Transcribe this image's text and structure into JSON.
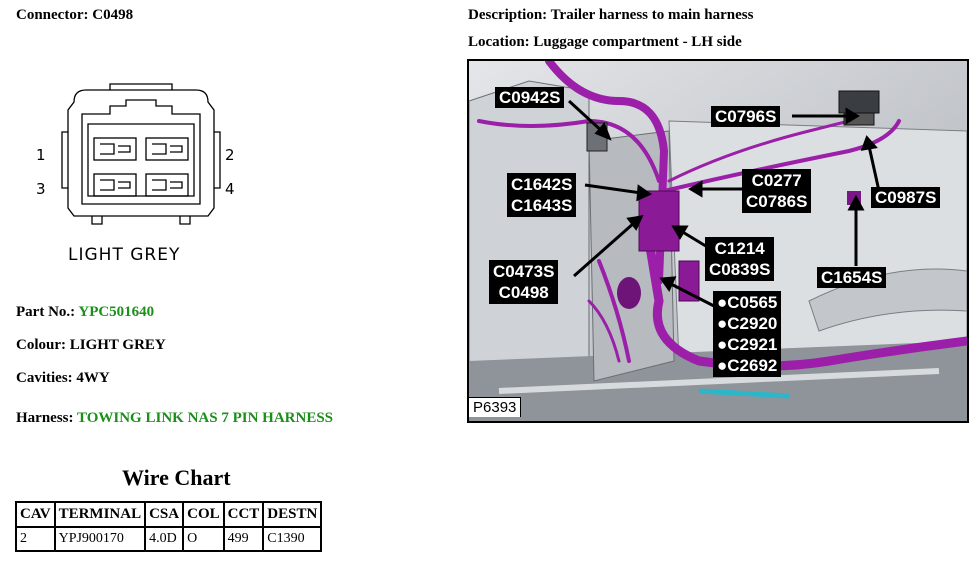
{
  "connector": {
    "label": "Connector:",
    "value": "C0498"
  },
  "description": {
    "label": "Description:",
    "value": "Trailer harness to main harness"
  },
  "location": {
    "label": "Location:",
    "value": "Luggage compartment - LH side"
  },
  "connector_face": {
    "pin_numbers": [
      "1",
      "2",
      "3",
      "4"
    ],
    "colour_caption": "LIGHT GREY"
  },
  "part_no": {
    "label": "Part No.:",
    "value": "YPC501640"
  },
  "colour": {
    "label": "Colour:",
    "value": "LIGHT GREY"
  },
  "cavities": {
    "label": "Cavities:",
    "value": "4WY"
  },
  "harness": {
    "label": "Harness:",
    "value": "TOWING LINK NAS 7 PIN HARNESS"
  },
  "wire_chart": {
    "title": "Wire Chart",
    "headers": [
      "CAV",
      "TERMINAL",
      "CSA",
      "COL",
      "CCT",
      "DESTN"
    ],
    "rows": [
      [
        "2",
        "YPJ900170",
        "4.0D",
        "O",
        "499",
        "C1390"
      ]
    ]
  },
  "photo": {
    "ref": "P6393",
    "callouts": {
      "c0942s": "C0942S",
      "c0796s": "C0796S",
      "c1642s": "C1642S",
      "c1643s": "C1643S",
      "c0277": "C0277",
      "c0786s": "C0786S",
      "c0987s": "C0987S",
      "c1214": "C1214",
      "c0839s": "C0839S",
      "c0473s": "C0473S",
      "c0498": "C0498",
      "c1654s": "C1654S",
      "bullets": [
        "C0565",
        "C2920",
        "C2921",
        "C2692"
      ]
    }
  },
  "colors": {
    "harness": "#9b1fa8",
    "accent_green": "#1a8f1a",
    "label_bg": "#000000"
  }
}
